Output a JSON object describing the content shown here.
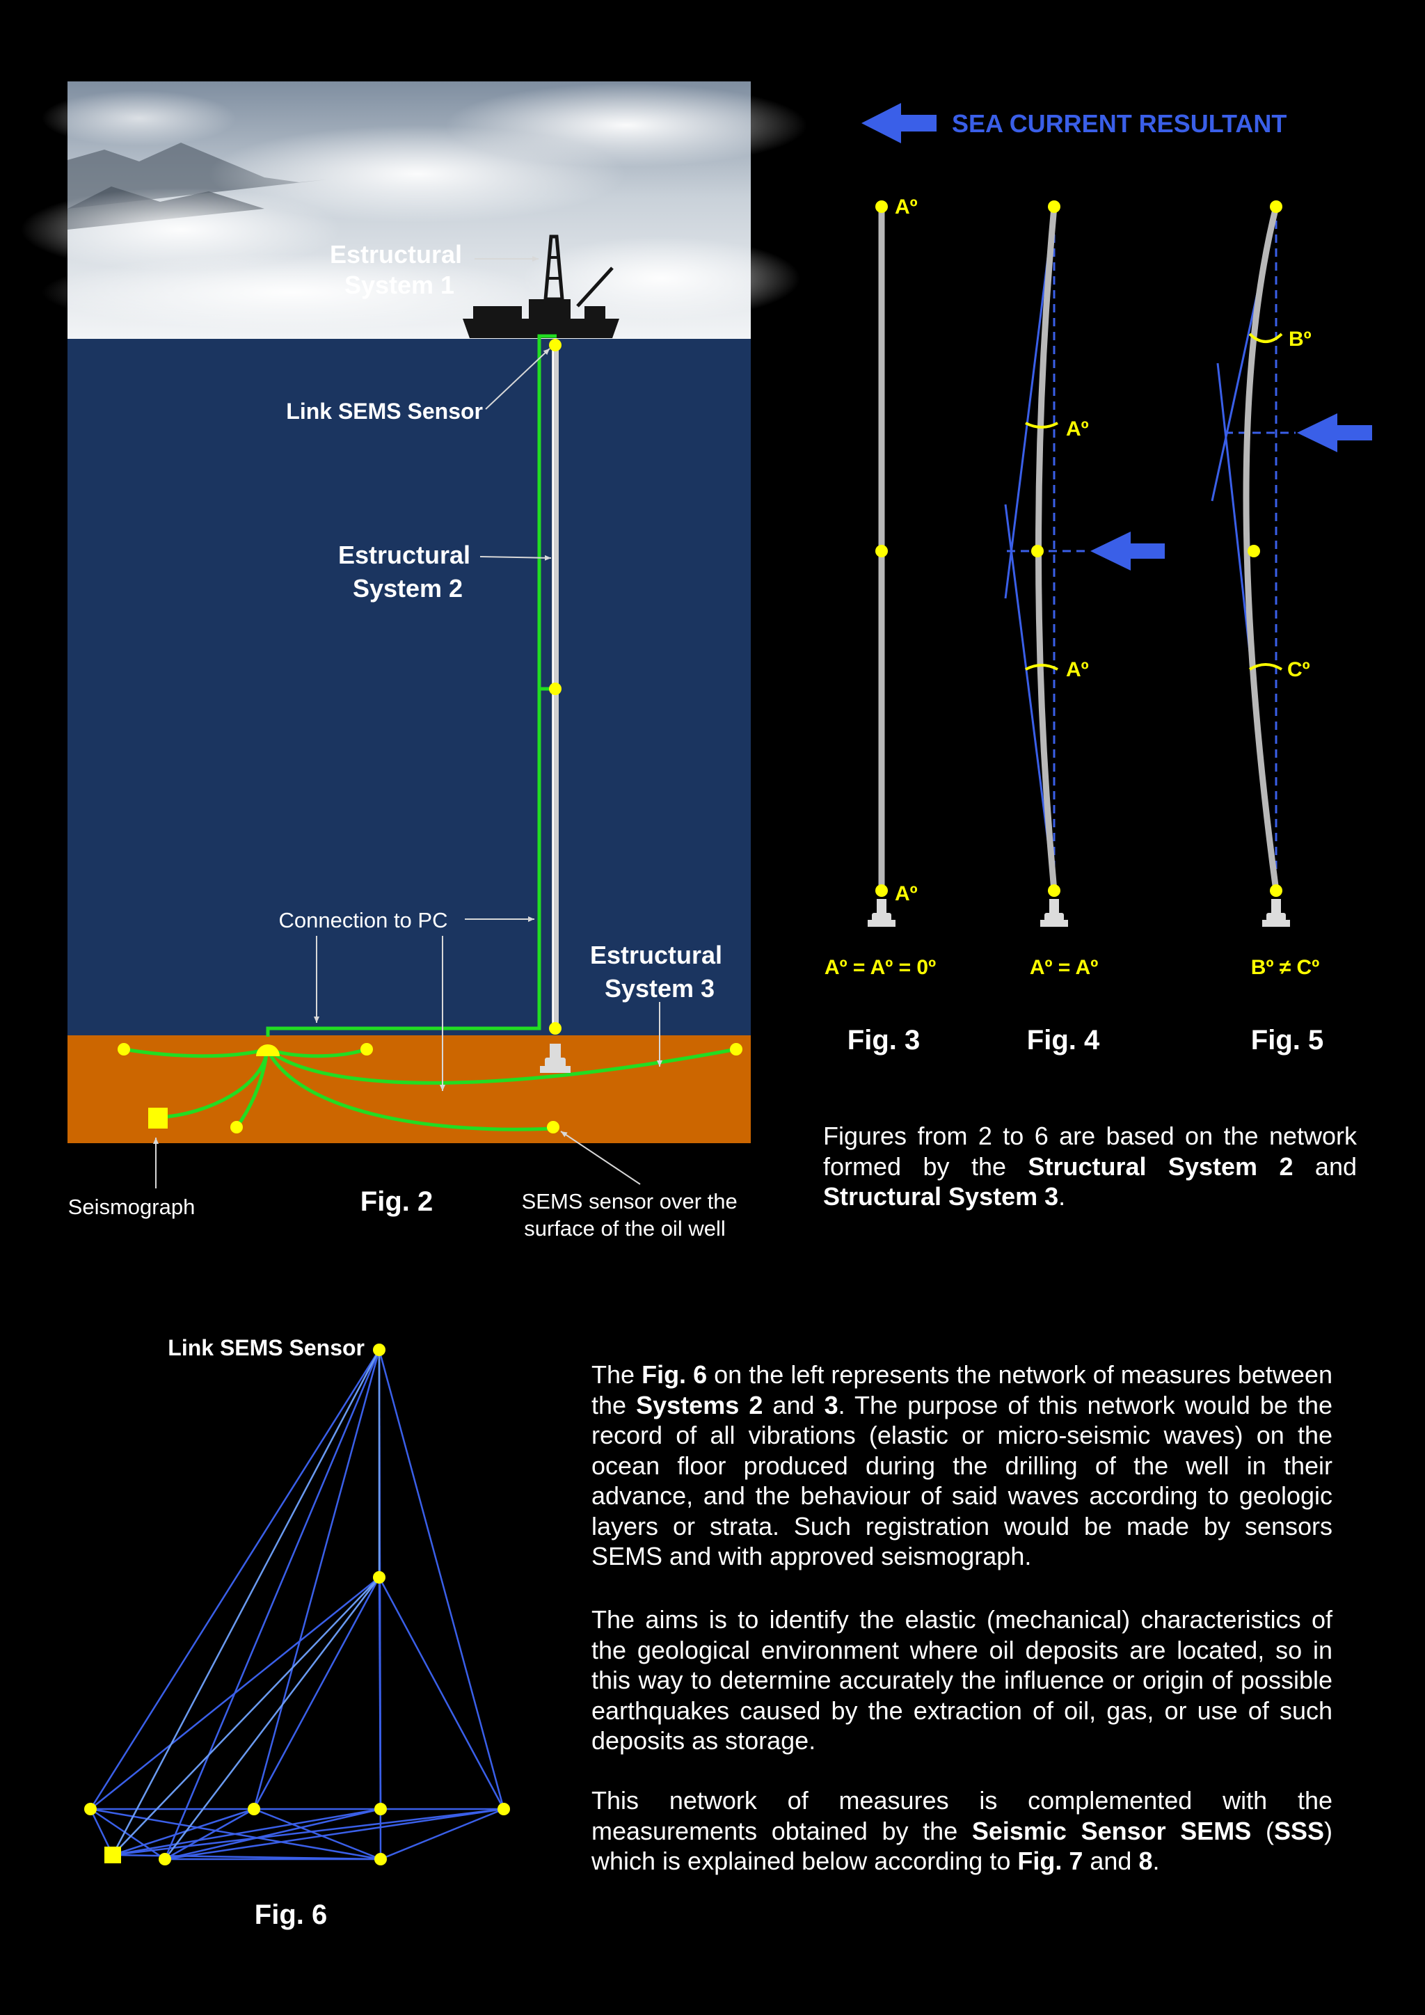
{
  "colors": {
    "background": "#000000",
    "sky_top": "#8a97a6",
    "sea": "#1b3560",
    "seabed": "#cc6600",
    "network_green": "#22dd22",
    "sensor_yellow": "#ffff00",
    "pipe_gray": "#c8c8c8",
    "accent_blue": "#3a5fe8"
  },
  "fig2": {
    "caption": "Fig. 2",
    "label_es1_line1": "Estructural",
    "label_es1_line2": "System 1",
    "label_link": "Link SEMS Sensor",
    "label_es2_line1": "Estructural",
    "label_es2_line2": "System 2",
    "label_connection": "Connection to PC",
    "label_es3_line1": "Estructural",
    "label_es3_line2": "System 3",
    "label_seismograph": "Seismograph",
    "label_sems_line1": "SEMS sensor over the",
    "label_sems_line2": "surface of the oil well",
    "icons": [
      "drilling-ship-icon",
      "wellhead-icon",
      "seismograph-icon"
    ]
  },
  "sea_current": {
    "label": "SEA CURRENT RESULTANT",
    "icon": "arrow-left-icon"
  },
  "fig3": {
    "caption": "Fig. 3",
    "angle_top": "Aº",
    "angle_bottom": "Aº",
    "formula": "Aº = Aº = 0º"
  },
  "fig4": {
    "caption": "Fig. 4",
    "angle_upper": "Aº",
    "angle_lower": "Aº",
    "formula": "Aº = Aº"
  },
  "fig5": {
    "caption": "Fig. 5",
    "angle_upper": "Bº",
    "angle_lower": "Cº",
    "formula": "Bº ≠ Cº"
  },
  "note_figs": {
    "runs": [
      {
        "t": "Figures from 2 to 6 are based on the network formed by the ",
        "b": false
      },
      {
        "t": "Structural System 2",
        "b": true
      },
      {
        "t": " and ",
        "b": false
      },
      {
        "t": "Structural System 3",
        "b": true
      },
      {
        "t": ".",
        "b": false
      }
    ]
  },
  "fig6": {
    "caption": "Fig. 6",
    "label_link": "Link SEMS Sensor"
  },
  "paragraph1": {
    "runs": [
      {
        "t": "The ",
        "b": false
      },
      {
        "t": "Fig. 6",
        "b": true
      },
      {
        "t": " on the left represents the network of measures between the ",
        "b": false
      },
      {
        "t": "Systems 2",
        "b": true
      },
      {
        "t": " and ",
        "b": false
      },
      {
        "t": "3",
        "b": true
      },
      {
        "t": ". The purpose of this network would be the record of all vibrations (elastic or micro-seismic waves) on the ocean floor produced during the drilling of the well in their advance, and the behaviour of said waves according to geologic layers or strata. Such registration would be made by sensors SEMS and with approved seismograph.",
        "b": false
      }
    ]
  },
  "paragraph2": {
    "runs": [
      {
        "t": "The aims is to identify the elastic (mechanical) characteristics of the geological environment where oil deposits are located, so in this way to determine accurately the influence or origin of possible earthquakes caused by the extraction of oil, gas, or use of such deposits as storage.",
        "b": false
      }
    ]
  },
  "paragraph3": {
    "runs": [
      {
        "t": "This network of measures is complemented with the measurements obtained by the ",
        "b": false
      },
      {
        "t": "Seismic Sensor SEMS",
        "b": true
      },
      {
        "t": " (",
        "b": false
      },
      {
        "t": "SSS",
        "b": true
      },
      {
        "t": ") which is explained below according to ",
        "b": false
      },
      {
        "t": "Fig. 7",
        "b": true
      },
      {
        "t": " and ",
        "b": false
      },
      {
        "t": "8",
        "b": true
      },
      {
        "t": ".",
        "b": false
      }
    ]
  }
}
